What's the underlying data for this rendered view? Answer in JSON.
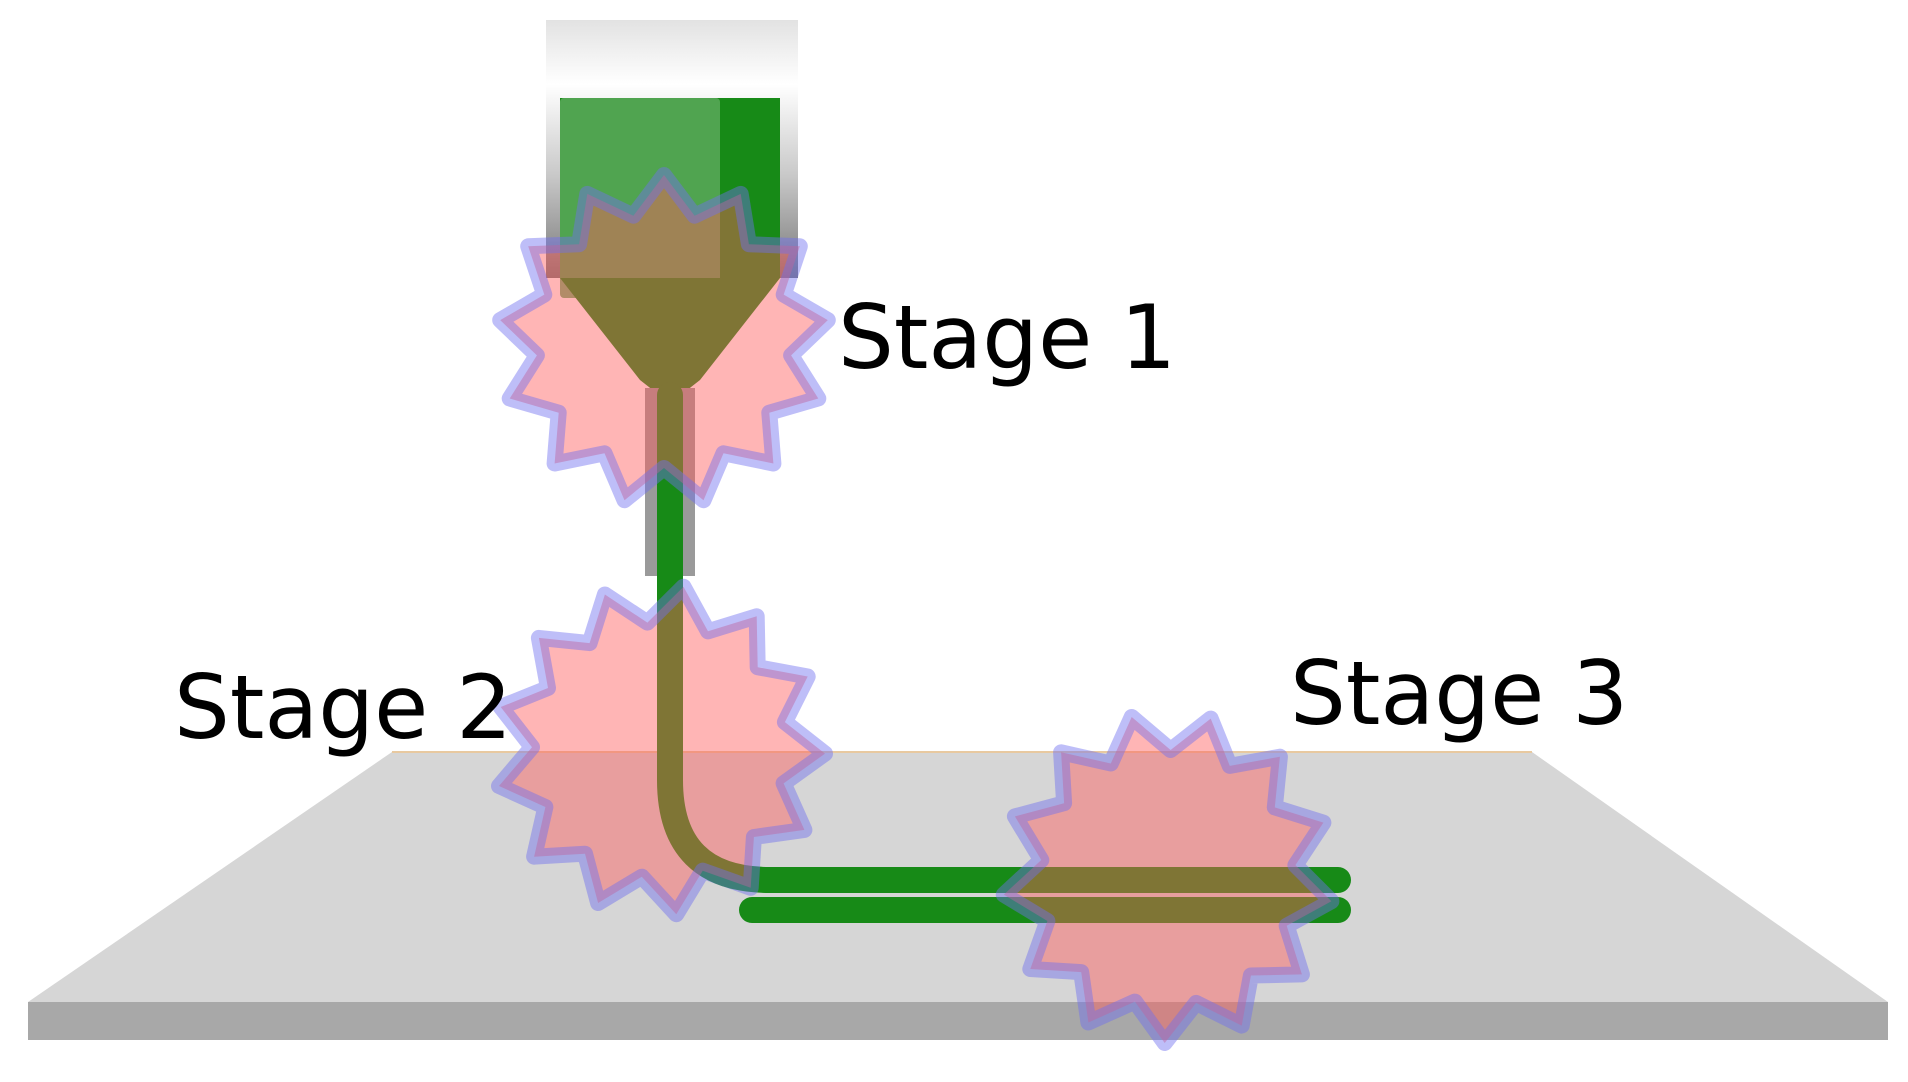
{
  "labels": {
    "stage1": "Stage 1",
    "stage2": "Stage 2",
    "stage3": "Stage 3"
  },
  "colors": {
    "filament": "#178a17",
    "syringe_fill": "#5aa85a",
    "burst_fill": "#ff5a5a",
    "burst_stroke": "#6f6ff0",
    "plate_top": "#d6d6d6",
    "plate_side": "#a8a8a8",
    "nozzle": "#9a9a9a"
  }
}
